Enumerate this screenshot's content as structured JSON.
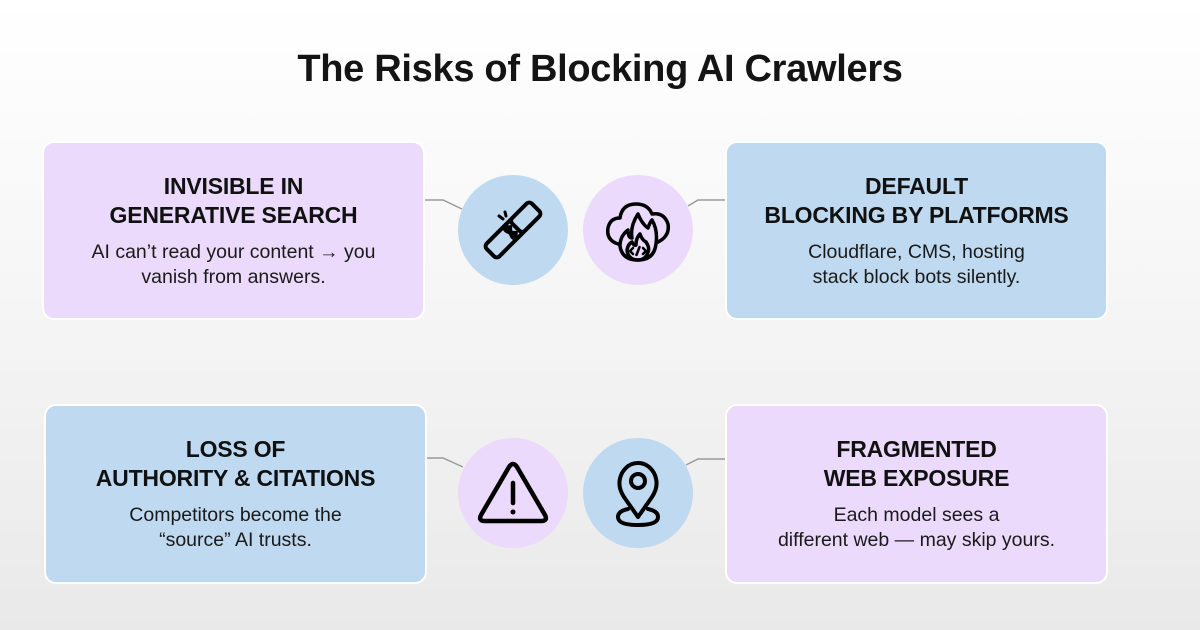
{
  "title": "The Risks of Blocking AI Crawlers",
  "colors": {
    "purple_card": "#ebdafb",
    "blue_card": "#bed9f0",
    "connector": "#9a9a9a",
    "text": "#111111"
  },
  "cards": [
    {
      "heading": "INVISIBLE IN\nGENERATIVE SEARCH",
      "body": "AI can’t read your content → you\nvanish from answers.",
      "color": "purple",
      "icon": "broken-link-icon"
    },
    {
      "heading": "DEFAULT\nBLOCKING BY PLATFORMS",
      "body": "Cloudflare, CMS, hosting\nstack block bots silently.",
      "color": "blue",
      "icon": "cloud-fire-code-icon"
    },
    {
      "heading": "LOSS OF\nAUTHORITY & CITATIONS",
      "body": "Competitors become the\n“source” AI trusts.",
      "color": "blue",
      "icon": "warning-triangle-icon"
    },
    {
      "heading": "FRAGMENTED\nWEB EXPOSURE",
      "body": "Each model sees a\ndifferent web — may skip yours.",
      "color": "purple",
      "icon": "map-pin-icon"
    }
  ]
}
